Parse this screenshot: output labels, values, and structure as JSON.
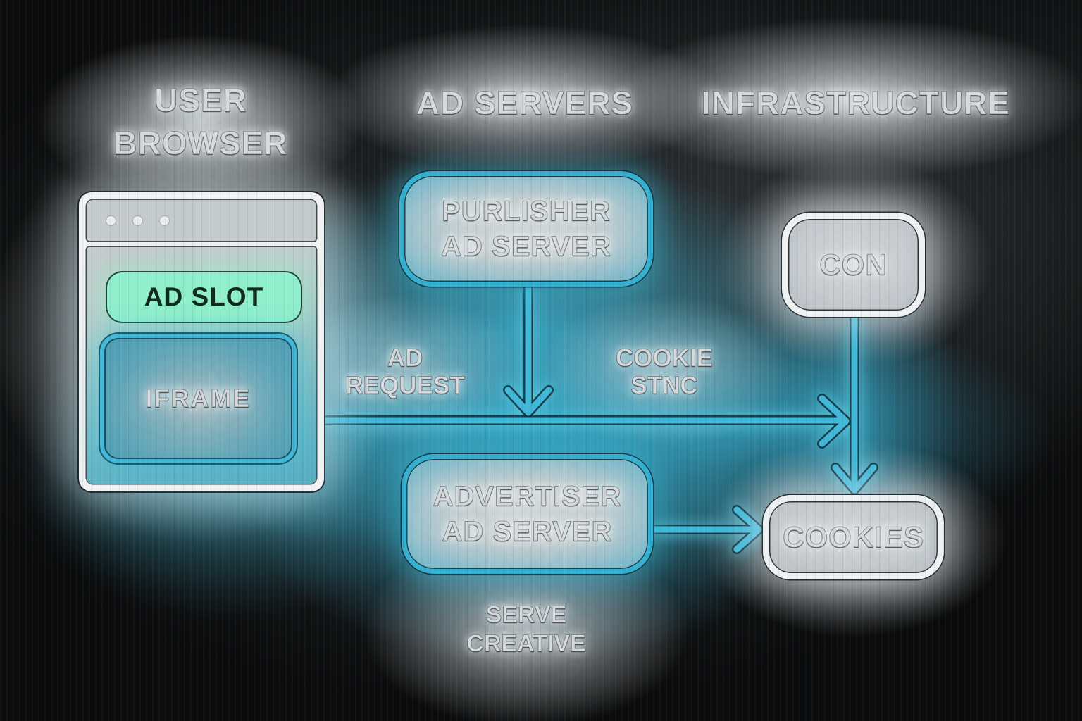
{
  "headers": {
    "user_browser": "USER BROWSER",
    "ad_servers": "AD SERVERS",
    "infrastructure": "INFRASTRUCTURE"
  },
  "browser": {
    "ad_slot_label": "AD SLOT",
    "iframe_label": "IFRAME"
  },
  "nodes": {
    "publisher_ad_server": "PURLISHER AD SERVER",
    "con": "CON",
    "advertiser_ad_server": "ADVERTISER AD SERVER",
    "cookies": "COOKIES"
  },
  "edge_labels": {
    "ad_request": "AD REQUEST",
    "cookie_sync": "COOKIE STNC",
    "serve_creative": "SERVE CREATIVE"
  },
  "colors": {
    "accent_cyan": "#3fb6d6",
    "cyan_outline_dark": "#11333f",
    "mint_green": "#8feecb",
    "ad_slot_text": "#0f2a1d",
    "node_fill_gray": "#c9ced2",
    "node_border_white": "#eef1f2",
    "label_text": "#d6dadc",
    "background_dark": "#0a0b0c"
  }
}
